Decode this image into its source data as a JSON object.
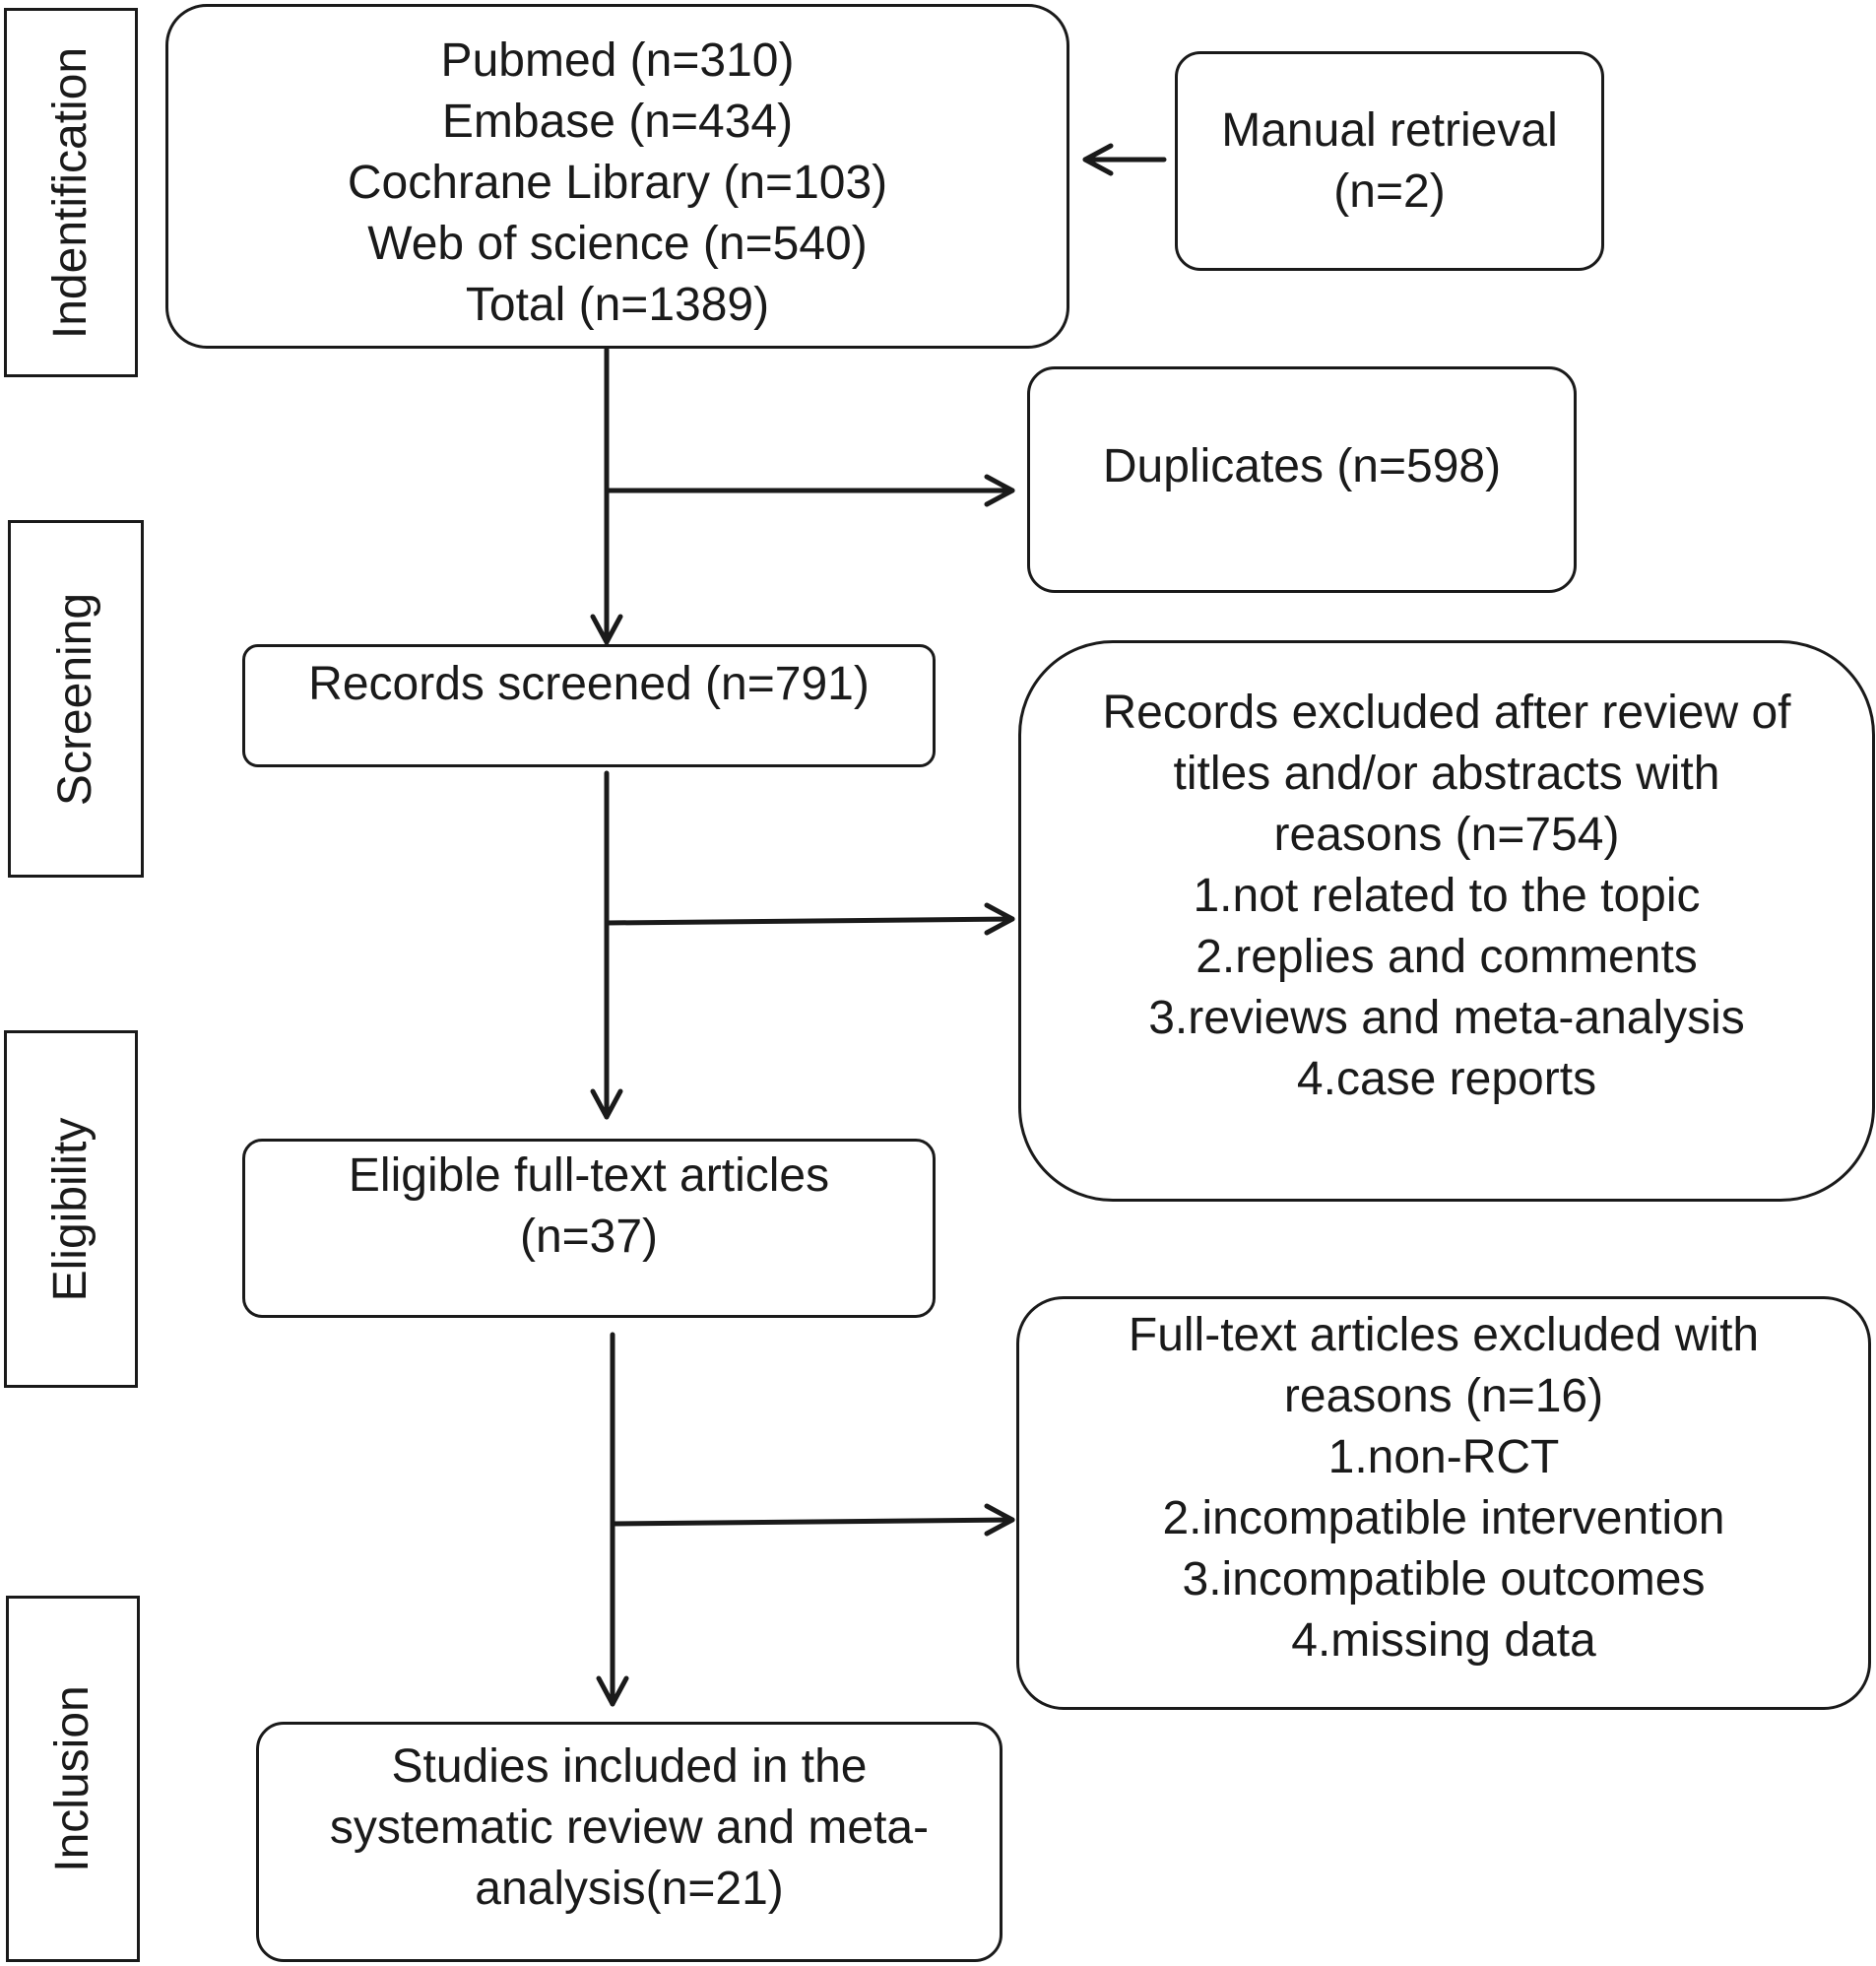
{
  "phases": {
    "identification": "Indentification",
    "screening": "Screening",
    "eligibility": "Eligibility",
    "inclusion": "Inclusion"
  },
  "boxes": {
    "databases": {
      "lines": [
        "Pubmed (n=310)",
        "Embase (n=434)",
        "Cochrane Library (n=103)",
        "Web of science (n=540)",
        "Total (n=1389)"
      ]
    },
    "manual_retrieval": {
      "lines": [
        "Manual retrieval",
        "(n=2)"
      ]
    },
    "duplicates": {
      "lines": [
        "Duplicates (n=598)"
      ]
    },
    "records_screened": {
      "lines": [
        "Records screened (n=791)"
      ]
    },
    "records_excluded": {
      "lines": [
        "Records excluded after review of",
        "titles and/or abstracts with",
        "reasons (n=754)",
        "1.not related to the topic",
        "2.replies and comments",
        "3.reviews and meta-analysis",
        "4.case reports"
      ]
    },
    "eligible": {
      "lines": [
        "Eligible full-text articles",
        "(n=37)"
      ]
    },
    "fulltext_excluded": {
      "lines": [
        "Full-text articles excluded  with",
        "reasons (n=16)",
        "1.non-RCT",
        "2.incompatible intervention",
        "3.incompatible outcomes",
        "4.missing data"
      ]
    },
    "included": {
      "lines": [
        "Studies included in the",
        "systematic review and meta-",
        "analysis(n=21)"
      ]
    }
  }
}
